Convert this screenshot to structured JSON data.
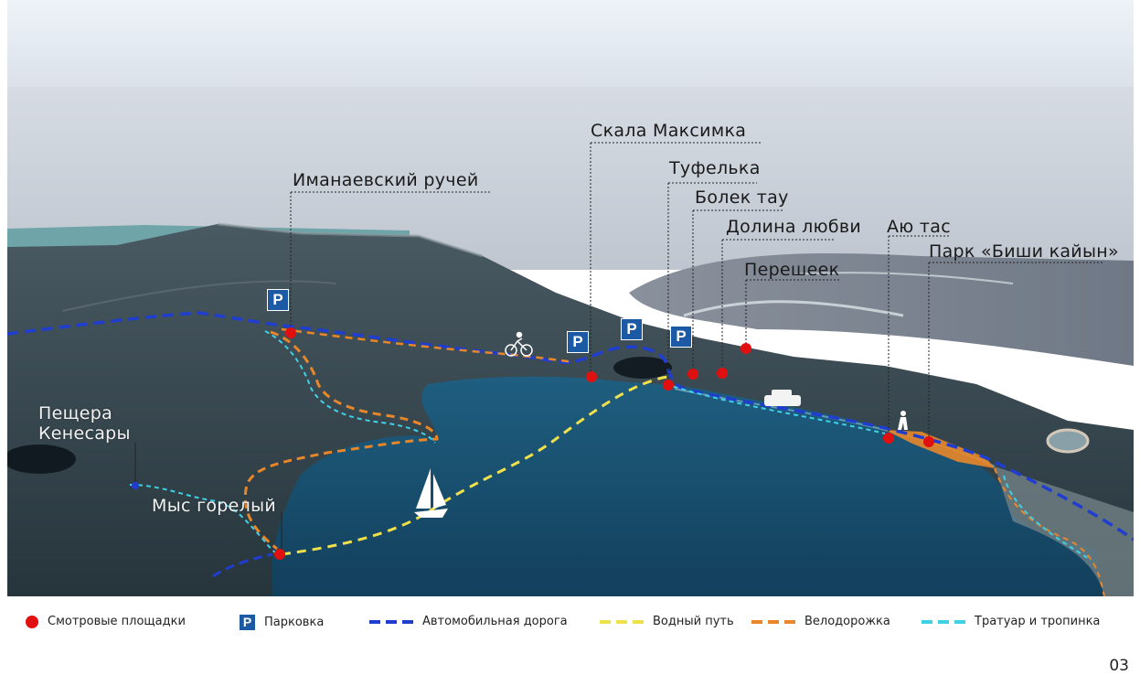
{
  "map": {
    "labels": {
      "imanaevsky": "Иманаевский ручей",
      "skala": "Скала Максимка",
      "tufelka": "Туфелька",
      "bolek": "Болек тау",
      "dolina": "Долина любви",
      "ayu": "Аю тас",
      "peresheek": "Перешеек",
      "park": "Парк «Биши кайын»",
      "peshchera": "Пещера Кенесары",
      "mys": "Мыс горелый"
    },
    "parking_symbol": "P",
    "icons": [
      "bicycle-icon",
      "sailboat-icon",
      "car-icon",
      "hiker-icon"
    ]
  },
  "legend": {
    "items": [
      {
        "label": "Смотровые площадки",
        "type": "dot",
        "color": "#e01010"
      },
      {
        "label": "Парковка",
        "type": "parking",
        "color": "#1d5aa6",
        "symbol": "P"
      },
      {
        "label": "Автомобильная дорога",
        "type": "dash",
        "color": "#1f3ed0"
      },
      {
        "label": "Водный путь",
        "type": "dash",
        "color": "#f0e04a"
      },
      {
        "label": "Велодорожка",
        "type": "dash",
        "color": "#e8872a"
      },
      {
        "label": "Тратуар и тропинка",
        "type": "dash",
        "color": "#3fd0e6"
      }
    ]
  },
  "page_number": "03"
}
